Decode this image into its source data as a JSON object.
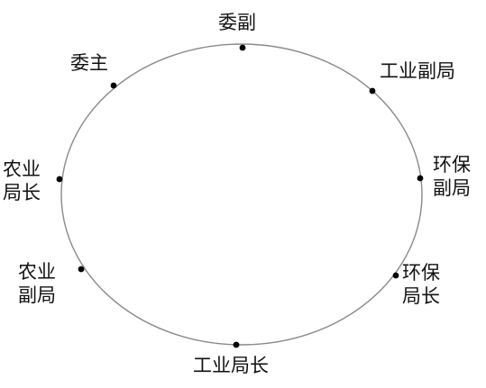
{
  "diagram": {
    "nodes": [
      {
        "id": "n1",
        "label": "委副"
      },
      {
        "id": "n2",
        "label": "工业副局"
      },
      {
        "id": "n3",
        "label": "环保\n副局"
      },
      {
        "id": "n4",
        "label": "环保\n局长"
      },
      {
        "id": "n5",
        "label": "工业局长"
      },
      {
        "id": "n6",
        "label": "农业\n副局"
      },
      {
        "id": "n7",
        "label": "农业\n局长"
      },
      {
        "id": "n8",
        "label": "委主"
      }
    ],
    "colors": {
      "ellipse_stroke": "#8a8a8a",
      "dot": "#000000",
      "text": "#111111"
    }
  }
}
